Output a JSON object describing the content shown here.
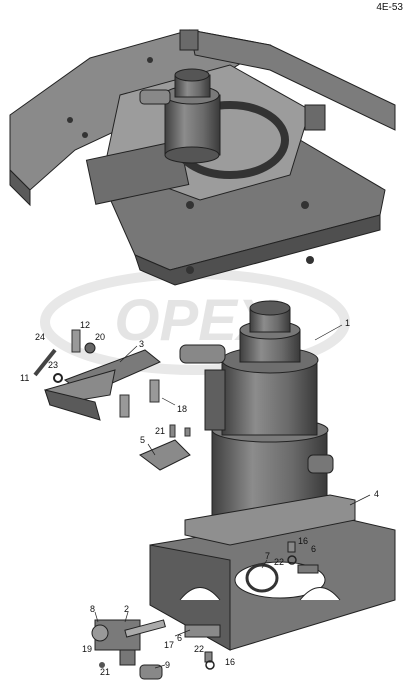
{
  "doc_code": "4E-53",
  "watermark": "OPEX",
  "callouts": [
    {
      "id": "c1",
      "label": "1"
    },
    {
      "id": "c2",
      "label": "2"
    },
    {
      "id": "c3",
      "label": "3"
    },
    {
      "id": "c4",
      "label": "4"
    },
    {
      "id": "c5",
      "label": "5"
    },
    {
      "id": "c6a",
      "label": "6"
    },
    {
      "id": "c6b",
      "label": "6"
    },
    {
      "id": "c7",
      "label": "7"
    },
    {
      "id": "c8",
      "label": "8"
    },
    {
      "id": "c9",
      "label": "9"
    },
    {
      "id": "c11",
      "label": "11"
    },
    {
      "id": "c12",
      "label": "12"
    },
    {
      "id": "c16a",
      "label": "16"
    },
    {
      "id": "c16b",
      "label": "16"
    },
    {
      "id": "c17",
      "label": "17"
    },
    {
      "id": "c18",
      "label": "18"
    },
    {
      "id": "c19",
      "label": "19"
    },
    {
      "id": "c20",
      "label": "20"
    },
    {
      "id": "c21a",
      "label": "21"
    },
    {
      "id": "c21b",
      "label": "21"
    },
    {
      "id": "c22a",
      "label": "22"
    },
    {
      "id": "c22b",
      "label": "22"
    },
    {
      "id": "c23",
      "label": "23"
    },
    {
      "id": "c24",
      "label": "24"
    }
  ]
}
